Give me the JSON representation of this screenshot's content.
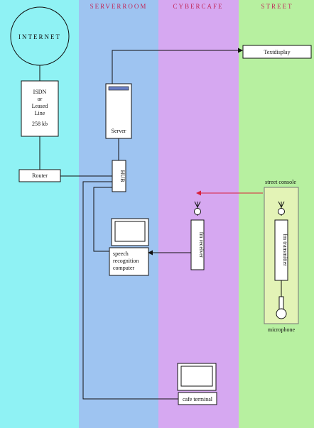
{
  "zones": {
    "serverroom": "SERVERROOM",
    "cybercafe": "CYBERCAFE",
    "street": "STREET"
  },
  "nodes": {
    "internet": "INTERNET",
    "isdn_lines": [
      "ISDN",
      "or",
      "Leased",
      "Line",
      "258 kb"
    ],
    "router": "Router",
    "server": "Server",
    "hub": "HUB",
    "textdisplay": "Textdisplay",
    "street_console": "street console",
    "speech_lines": [
      "speech",
      "recognition",
      "computer"
    ],
    "fm_receiver": "fm receiver",
    "fm_transmitter": "fm transmitter",
    "microphone": "microphone",
    "cafe_terminal": "cafe terminal"
  },
  "colors": {
    "internet_zone": "#8ff2f4",
    "serverroom_zone": "#9ec4f1",
    "cybercafe_zone": "#d6a8f1",
    "street_zone": "#b7f0a0",
    "console_panel": "#e3f3b6",
    "zone_title": "#c0285a",
    "radio_signal": "#d8203c"
  }
}
